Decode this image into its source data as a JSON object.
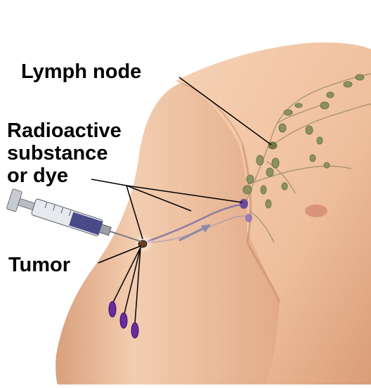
{
  "labels": {
    "lymph_node": "Lymph node",
    "substance_line1": "Radioactive",
    "substance_line2": "substance",
    "substance_line3": "or dye",
    "tumor": "Tumor"
  },
  "colors": {
    "skin": "#f0c2a1",
    "skin_shadow": "#d89a78",
    "lymph_node": "#7f8a55",
    "dye": "#6a4a9a",
    "leader_line": "#000000"
  },
  "icons": [
    "syringe-icon",
    "probe-icon"
  ]
}
